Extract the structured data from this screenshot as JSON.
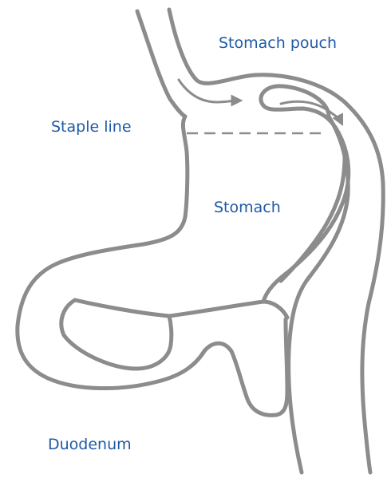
{
  "labels": {
    "stomach_pouch": "Stomach pouch",
    "staple_line": "Staple line",
    "stomach": "Stomach",
    "duodenum": "Duodenum"
  },
  "colors": {
    "outline": "#8c8c8c",
    "label": "#1f5aa6",
    "background": "#ffffff"
  }
}
